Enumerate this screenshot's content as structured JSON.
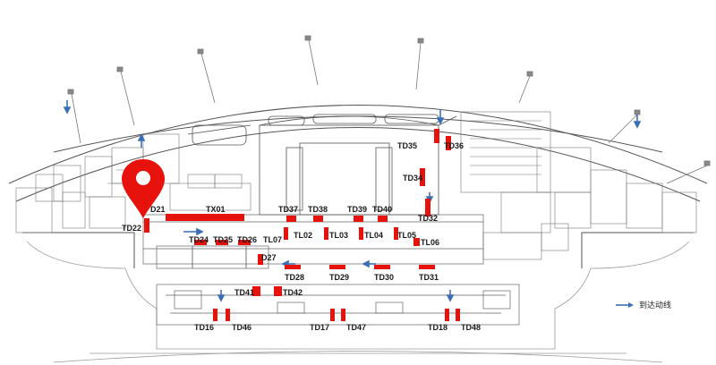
{
  "legend": {
    "arrival_route_label": "到达动线",
    "arrow_color": "#3a6fb5"
  },
  "marker_color": "#e8120c",
  "labels": {
    "TX01": "TX01",
    "TD21": "D21",
    "TD22": "TD22",
    "TD24": "TD24",
    "TD25": "TD25",
    "TD26": "TD26",
    "TL07": "TL07",
    "TD27": "D27",
    "TD37": "TD37",
    "TD38": "TD38",
    "TD39": "TD39",
    "TD40": "TD40",
    "TL02": "TL02",
    "TL03": "TL03",
    "TL04": "TL04",
    "TL05": "TL05",
    "TL06": "TL06",
    "TD35": "TD35",
    "TD36": "TD36",
    "TD34": "TD34",
    "TD32": "TD32",
    "TD28": "TD28",
    "TD29": "TD29",
    "TD30": "TD30",
    "TD31": "TD31",
    "TD41": "TD41",
    "TD42": "TD42",
    "TD16": "TD16",
    "TD46": "TD46",
    "TD17": "TD17",
    "TD47": "TD47",
    "TD18": "TD18",
    "TD48": "TD48"
  }
}
